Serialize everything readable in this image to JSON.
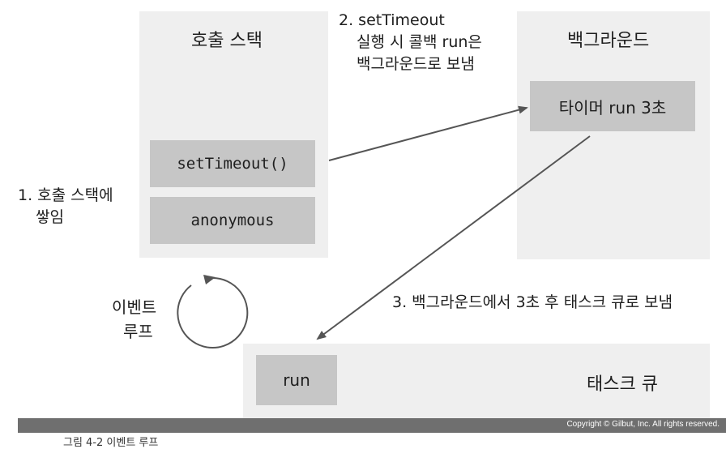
{
  "panels": {
    "call_stack": {
      "title": "호출 스택",
      "items": [
        "setTimeout()",
        "anonymous"
      ]
    },
    "background": {
      "title": "백그라운드",
      "items": [
        "타이머 run 3초"
      ]
    },
    "task_queue": {
      "title": "태스크 큐",
      "items": [
        "run"
      ]
    }
  },
  "steps": {
    "step1": [
      "1. 호출 스택에",
      "쌓임"
    ],
    "step2": [
      "2. setTimeout",
      "실행 시 콜백 run은",
      "백그라운드로 보냄"
    ],
    "step3": "3. 백그라운드에서 3초 후 태스크 큐로 보냄"
  },
  "event_loop": {
    "label": [
      "이벤트",
      "루프"
    ]
  },
  "footer": {
    "copyright": "Copyright © Gilbut, Inc. All rights reserved.",
    "caption": "그림 4-2 이벤트 루프"
  },
  "colors": {
    "panel_bg": "#efefef",
    "box_bg": "#c6c6c6",
    "arrow": "#555555",
    "footer_bar": "#6f6f6f"
  }
}
